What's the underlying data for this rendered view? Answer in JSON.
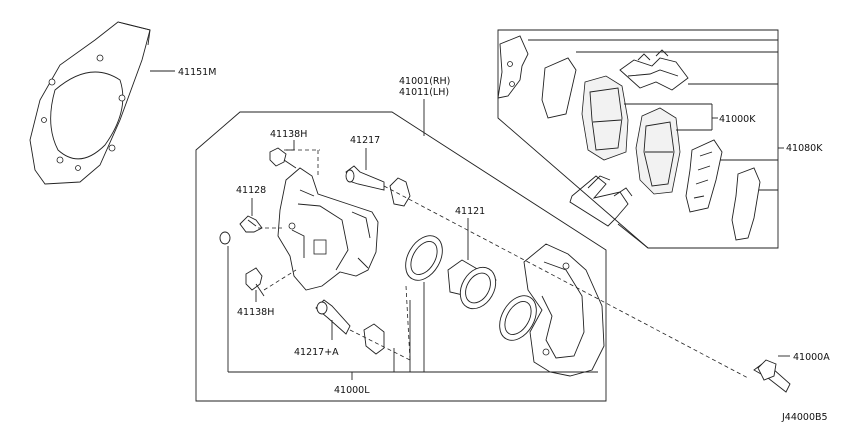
{
  "labels": {
    "shield": "41151M",
    "caliper_rh": "41001(RH)",
    "caliper_lh": "41011(LH)",
    "pad_kit": "41000K",
    "hardware_kit": "41080K",
    "bolt_top": "41138H",
    "pin": "41217",
    "bleeder": "41128",
    "piston": "41121",
    "bolt_bottom": "41138H",
    "pin_a": "41217+A",
    "caliper_l": "41000L",
    "mount_bolt": "41000A",
    "diagram_code": "J44000B5"
  }
}
